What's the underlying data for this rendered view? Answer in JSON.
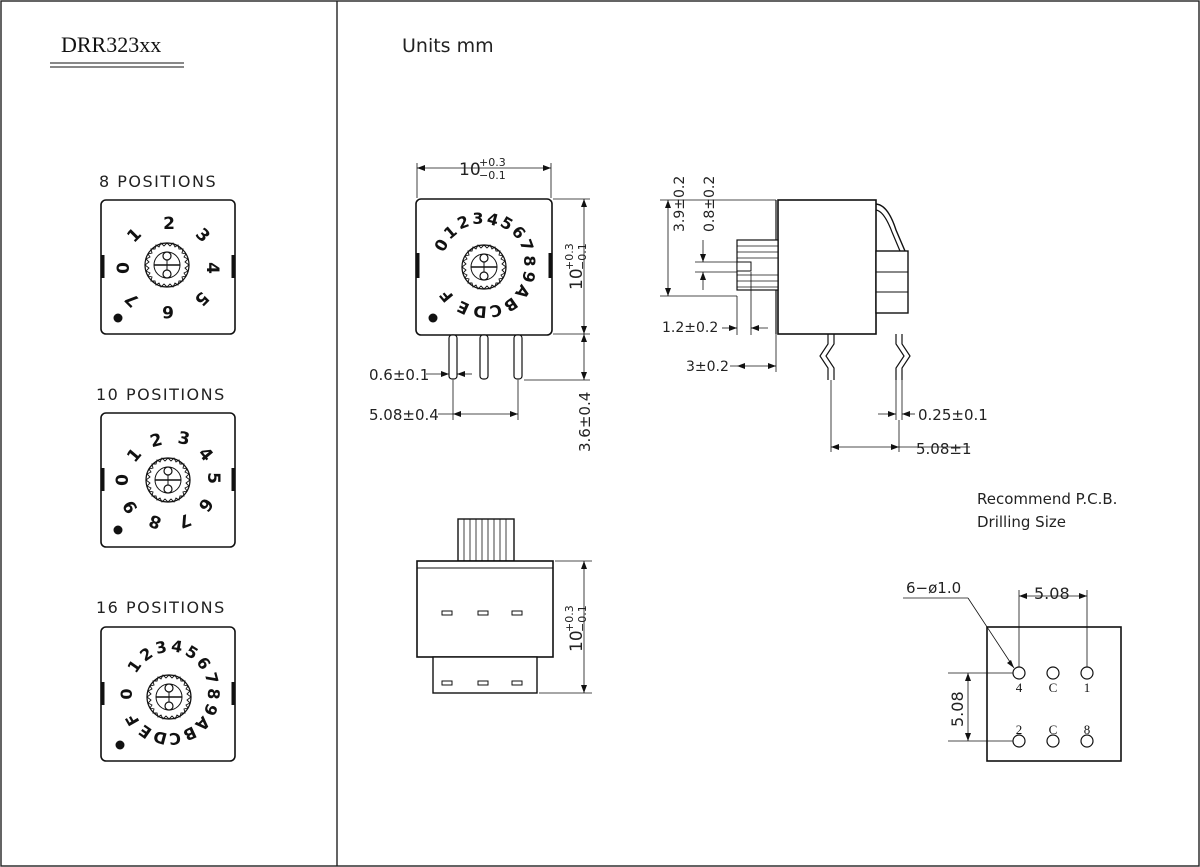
{
  "title": "DRR323xx",
  "units": "Units mm",
  "variants": [
    {
      "label": "8 POSITIONS",
      "digits": "01234567"
    },
    {
      "label": "10 POSITIONS",
      "digits": "0123456789"
    },
    {
      "label": "16 POSITIONS",
      "digits": "0123456789ABCDEF"
    }
  ],
  "dims": {
    "width_top": "10",
    "width_top_tol_hi": "+0.3",
    "width_top_tol_lo": "−0.1",
    "height_right": "10",
    "height_tol_hi": "+0.3",
    "height_tol_lo": "−0.1",
    "pin_width": "0.6±0.1",
    "pin_pitch": "5.08±0.4",
    "pin_length": "3.6±0.4",
    "side_h1": "3.9±0.2",
    "side_h2": "0.8±0.2",
    "side_d1": "1.2±0.2",
    "side_d2": "3±0.2",
    "lead_thk": "0.25±0.1",
    "lead_pitch": "5.08±1",
    "bottom_h": "10",
    "bottom_tol_hi": "+0.3",
    "bottom_tol_lo": "−0.1"
  },
  "pcb": {
    "title_line1": "Recommend P.C.B.",
    "title_line2": "Drilling Size",
    "holes": "6−ø1.0",
    "pitch_x": "5.08",
    "pitch_y": "5.08",
    "pins_top": [
      "4",
      "C",
      "1"
    ],
    "pins_bottom": [
      "2",
      "C",
      "8"
    ]
  }
}
